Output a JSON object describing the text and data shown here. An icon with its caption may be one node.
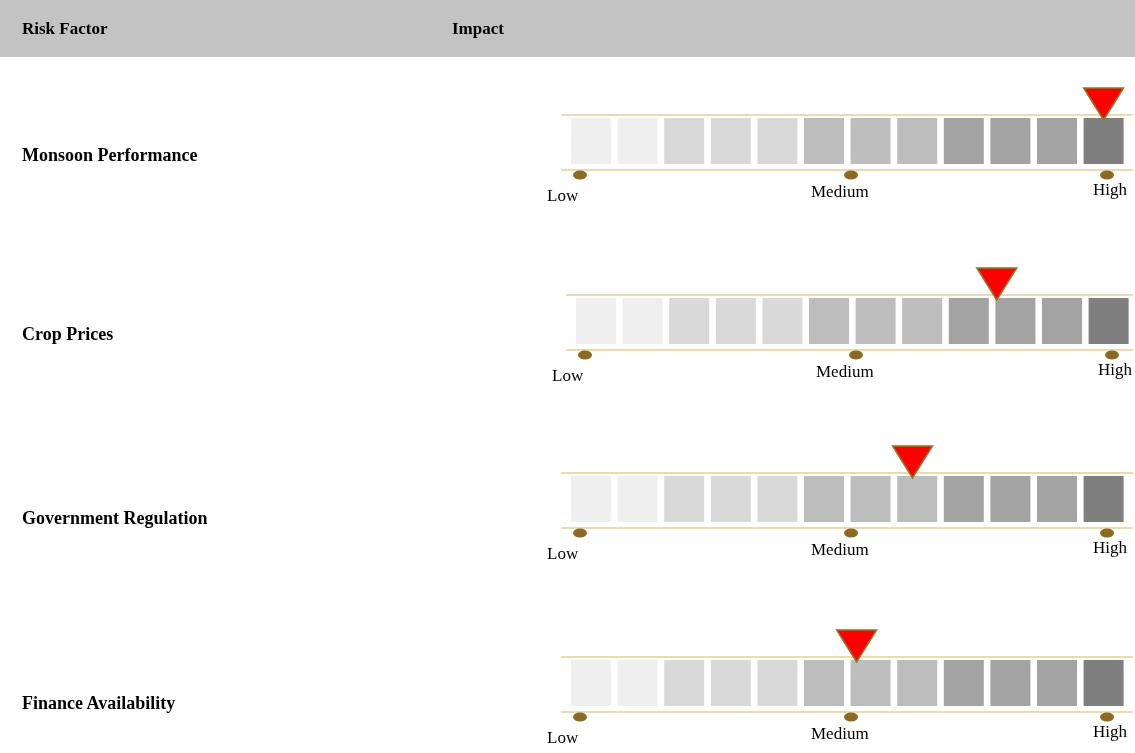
{
  "diagram": {
    "labels": [
      "Risk Factor",
      "Impact",
      "Monsoon Performance",
      "Low",
      "Medium",
      "High",
      "Crop Prices",
      "Low",
      "Medium",
      "High",
      "Government Regulation",
      "Low",
      "Medium",
      "High",
      "Finance Availability",
      "Low",
      "Medium",
      "High"
    ]
  }
}
